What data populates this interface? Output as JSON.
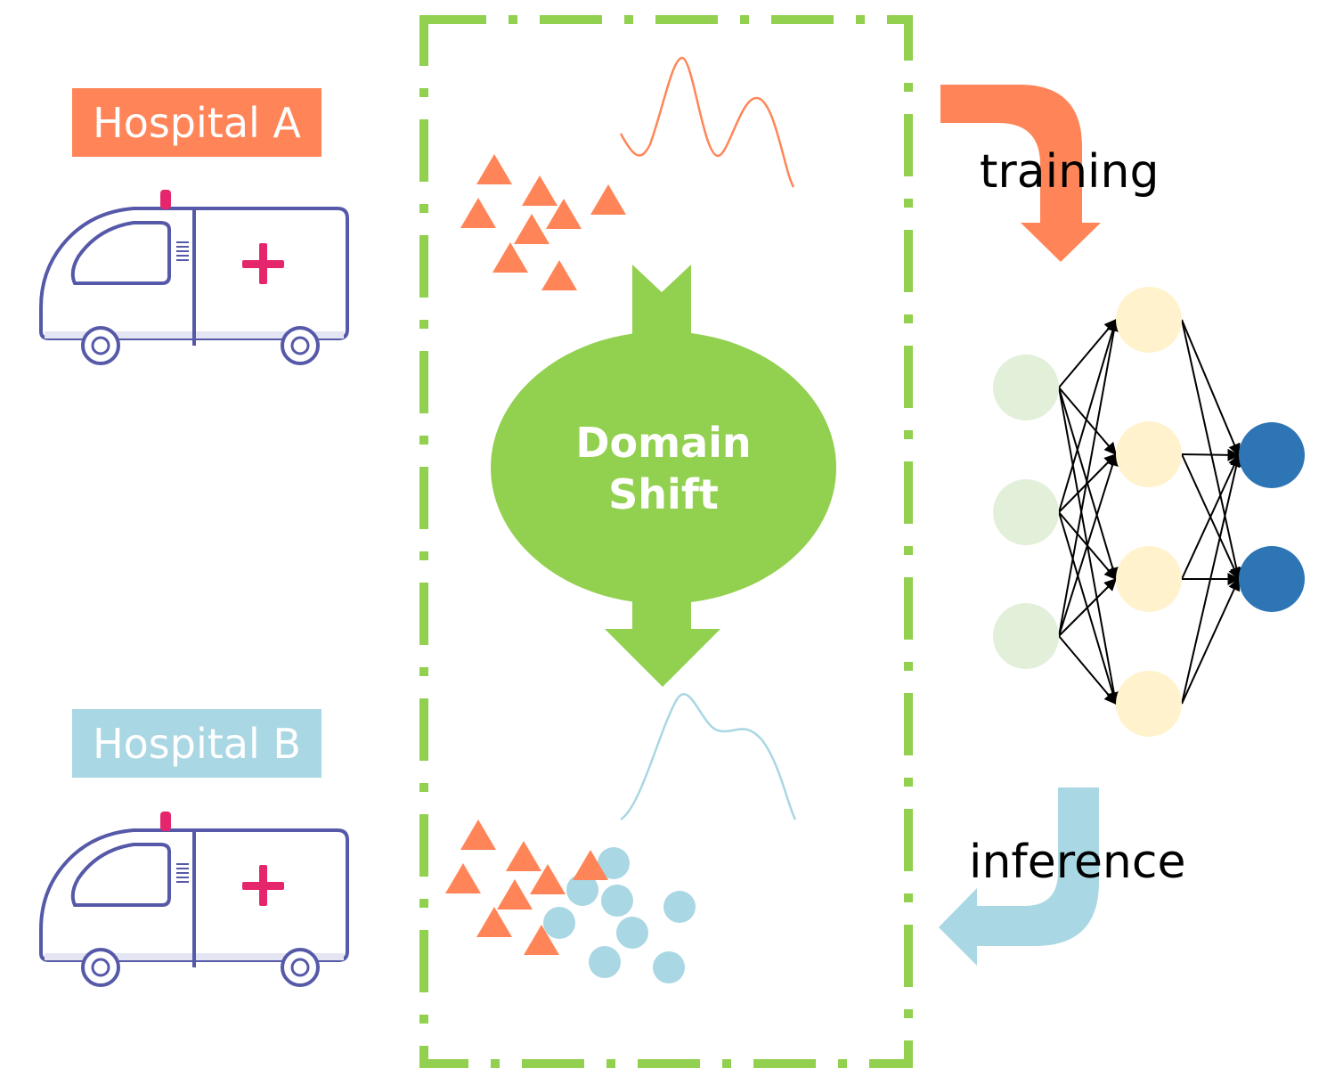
{
  "hospital_a": {
    "label": "Hospital A"
  },
  "hospital_b": {
    "label": "Hospital B"
  },
  "domain_shift": {
    "line1": "Domain",
    "line2": "Shift"
  },
  "arrows": {
    "training_label": "training",
    "inference_label": "inference"
  },
  "colors": {
    "orange": "#FF8558",
    "light_blue": "#A9D7E3",
    "green": "#92D050",
    "input_node": "#E2EFD9",
    "hidden_node": "#FFF2CC",
    "output_node": "#2E75B6",
    "ambulance_outline": "#5559A8",
    "cross": "#E6266C"
  },
  "network": {
    "input_nodes": 3,
    "hidden_nodes": 4,
    "output_nodes": 2
  }
}
